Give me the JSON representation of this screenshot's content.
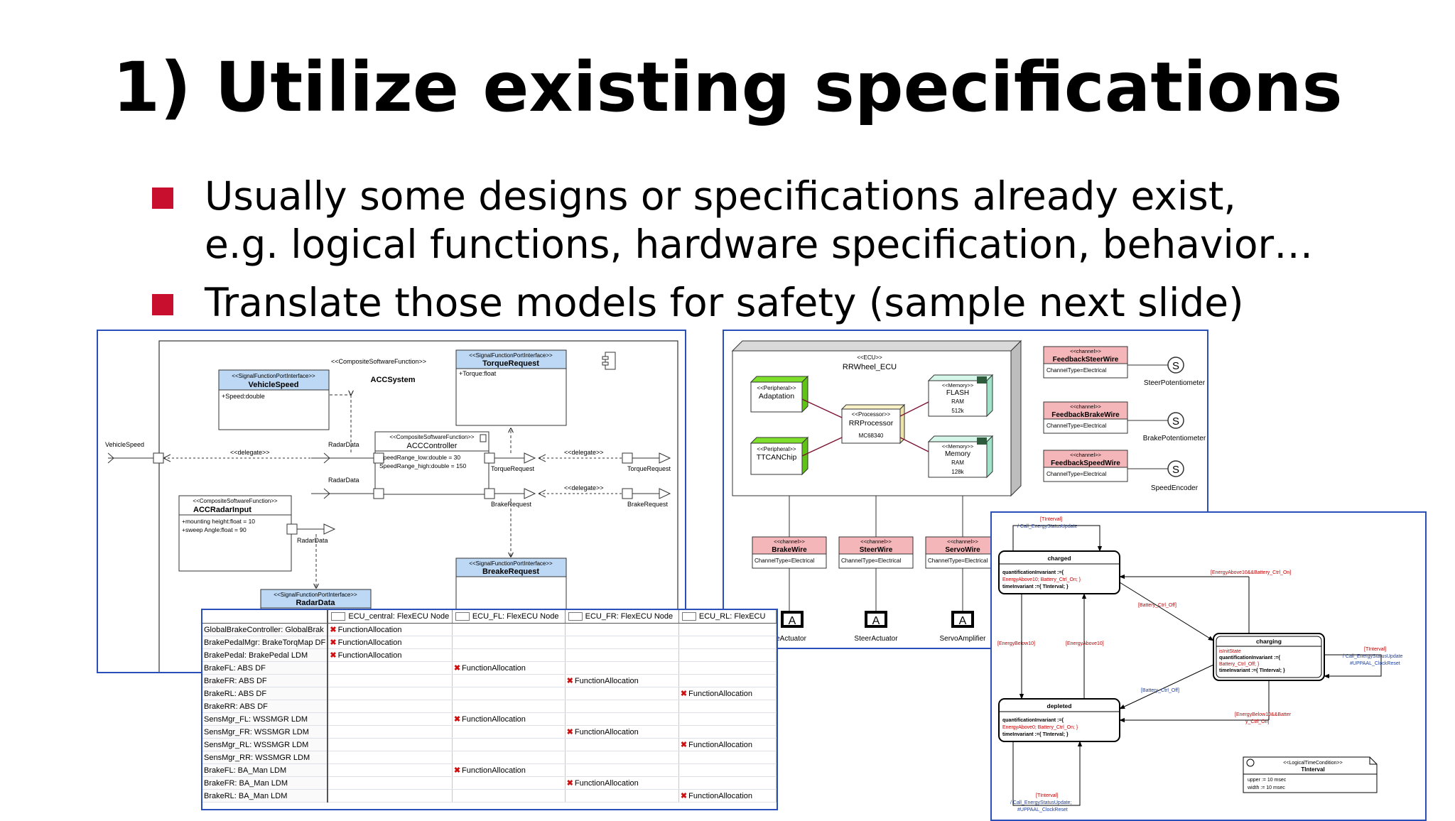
{
  "slide": {
    "title": "1) Utilize existing specifications",
    "bullets": [
      {
        "line1": "Usually some designs or specifications already exist,",
        "line2": "e.g. logical functions, hardware specification, behavior…"
      },
      {
        "line1": "Translate those models for safety (sample next slide)"
      }
    ]
  },
  "sw_diagram": {
    "stereo_composite": "<<CompositeSoftwareFunction>>",
    "system_name": "ACCSystem",
    "stereo_port_if": "<<SignalFunctionPortInterface>>",
    "vehicle_speed_if": {
      "name": "VehicleSpeed",
      "attr": "+Speed:double"
    },
    "torque_if": {
      "name": "TorqueRequest",
      "attr": "+Torque:float"
    },
    "breake_if": {
      "name": "BreakeRequest"
    },
    "radar_if": {
      "name": "RadarData"
    },
    "controller": {
      "stereo": "<<CompositeSoftwareFunction>>",
      "name": "ACCController",
      "attr1": "SpeedRange_low:double = 30",
      "attr2": "SpeedRange_high:double = 150"
    },
    "radar_input": {
      "stereo": "<<CompositeSoftwareFunction>>",
      "name": "ACCRadarInput",
      "attr1": "+mounting height:float = 10",
      "attr2": "+sweep Angle:float = 90"
    },
    "labels": {
      "vehicle_speed": "VehicleSpeed",
      "delegate": "<<delegate>>",
      "radar_data": "RadarData",
      "torque_request": "TorqueRequest",
      "brake_request": "BrakeRequest"
    }
  },
  "hw_diagram": {
    "ecu_stereo": "<<ECU>>",
    "ecu_name": "RRWheel_ECU",
    "adaptation": {
      "stereo": "<<Peripheral>>",
      "name": "Adaptation"
    },
    "ttcanchip": {
      "stereo": "<<Peripheral>>",
      "name": "TTCANChip"
    },
    "processor": {
      "stereo": "<<Processor>>",
      "name": "RRProcessor",
      "model": "MC68340"
    },
    "flash": {
      "stereo": "<<Memory>>",
      "name": "FLASH",
      "type": "RAM",
      "size": "512k"
    },
    "memory": {
      "stereo": "<<Memory>>",
      "name": "Memory",
      "type": "RAM",
      "size": "128k"
    },
    "channel_stereo": "<<channel>>",
    "channel_type": "ChannelType=Electrical",
    "right_channels": [
      "FeedbackSteerWire",
      "FeedbackBrakeWire",
      "FeedbackSpeedWire"
    ],
    "sensors": [
      "SteerPotentiometer",
      "BrakePotentiometer",
      "SpeedEncoder"
    ],
    "sensor_glyph": "S",
    "bottom_channels": [
      "BrakeWire",
      "SteerWire",
      "ServoWire"
    ],
    "actuator_glyph": "A",
    "actuators": [
      "keActuator",
      "SteerActuator",
      "ServoAmplifier"
    ]
  },
  "allocation_table": {
    "columns": [
      "ECU_central: FlexECU Node",
      "ECU_FL: FlexECU Node",
      "ECU_FR: FlexECU Node",
      "ECU_RL: FlexECU"
    ],
    "rows": [
      {
        "label": "GlobalBrakeController: GlobalBrak",
        "col": 0
      },
      {
        "label": "BrakePedalMgr: BrakeTorqMap DF",
        "col": 0
      },
      {
        "label": "BrakePedal: BrakePedal LDM",
        "col": 0
      },
      {
        "label": "BrakeFL: ABS DF",
        "col": 1
      },
      {
        "label": "BrakeFR: ABS DF",
        "col": 2
      },
      {
        "label": "BrakeRL: ABS DF",
        "col": 3
      },
      {
        "label": "BrakeRR: ABS DF",
        "col": -1
      },
      {
        "label": "SensMgr_FL: WSSMGR LDM",
        "col": 1
      },
      {
        "label": "SensMgr_FR: WSSMGR LDM",
        "col": 2
      },
      {
        "label": "SensMgr_RL: WSSMGR LDM",
        "col": 3
      },
      {
        "label": "SensMgr_RR: WSSMGR LDM",
        "col": -1
      },
      {
        "label": "BrakeFL: BA_Man LDM",
        "col": 1
      },
      {
        "label": "BrakeFR: BA_Man LDM",
        "col": 2
      },
      {
        "label": "BrakeRL: BA_Man LDM",
        "col": 3
      }
    ],
    "cell_label": "FunctionAllocation"
  },
  "state_machine": {
    "tinterval": "[TInterval]",
    "call_update": "/ Call_EnergyStatusUpdate",
    "call_update_semicolon": "/ Call_EnergyStatusUpdate;",
    "uppaal_reset": "#UPPAAL_ClockReset",
    "charged": {
      "name": "charged",
      "k1": "quantificationInvariant :={",
      "v1": "EnergyAbove10; Battery_Ctrl_On; }",
      "k2": "timeInvariant :={ TInterval; }"
    },
    "charging": {
      "name": "charging",
      "init": "isInitState",
      "k1": "quantificationInvariant :={",
      "v1": "Battery_Ctrl_Off; }",
      "k2": "timeInvariant :={ TInterval; }"
    },
    "depleted": {
      "name": "depleted",
      "k1": "quantificationInvariant :={",
      "v1": "EnergyAbove0; Battery_Ctrl_On; }",
      "k2": "timeInvariant :={ TInterval; }"
    },
    "guards": {
      "above_on": "[EnergyAbove10&&Battery_Ctrl_On]",
      "ctrl_off": "[Battery_Ctrl_Off]",
      "below10": "[EnergyBelow10]",
      "above10": "[EnergyAbove10]",
      "below_on_1": "[EnergyBelow10&&Batter",
      "below_on_2": "y_Ctrl_On]"
    },
    "tc": {
      "stereo": "<<LogicalTimeCondition>>",
      "name": "TInterval",
      "upper": "upper := 10 msec",
      "width": "width := 10 msec"
    }
  }
}
